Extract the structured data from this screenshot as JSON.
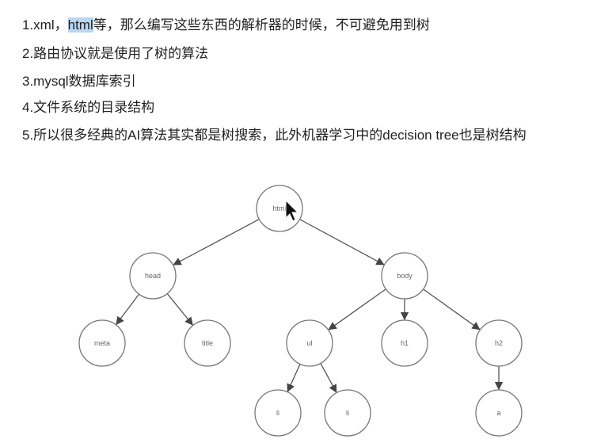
{
  "items": [
    {
      "prefix": "1.xml，",
      "highlight": "html",
      "rest": "等，那么编写这些东西的解析器的时候，不可避免用到树"
    },
    {
      "text": "2.路由协议就是使用了树的算法"
    },
    {
      "text": "3.mysql数据库索引"
    },
    {
      "text": "4.文件系统的目录结构"
    },
    {
      "text": "5.所以很多经典的AI算法其实都是树搜索，此外机器学习中的decision tree也是树结构"
    }
  ],
  "tree": {
    "nodes": [
      {
        "id": "html",
        "label": "html"
      },
      {
        "id": "head",
        "label": "head"
      },
      {
        "id": "body",
        "label": "body"
      },
      {
        "id": "meta",
        "label": "meta"
      },
      {
        "id": "title",
        "label": "title"
      },
      {
        "id": "ul",
        "label": "ul"
      },
      {
        "id": "h1",
        "label": "h1"
      },
      {
        "id": "h2",
        "label": "h2"
      },
      {
        "id": "li1",
        "label": "li"
      },
      {
        "id": "li2",
        "label": "li"
      },
      {
        "id": "a",
        "label": "a"
      }
    ],
    "edges": [
      [
        "html",
        "head"
      ],
      [
        "html",
        "body"
      ],
      [
        "head",
        "meta"
      ],
      [
        "head",
        "title"
      ],
      [
        "body",
        "ul"
      ],
      [
        "body",
        "h1"
      ],
      [
        "body",
        "h2"
      ],
      [
        "ul",
        "li1"
      ],
      [
        "ul",
        "li2"
      ],
      [
        "h2",
        "a"
      ]
    ]
  }
}
